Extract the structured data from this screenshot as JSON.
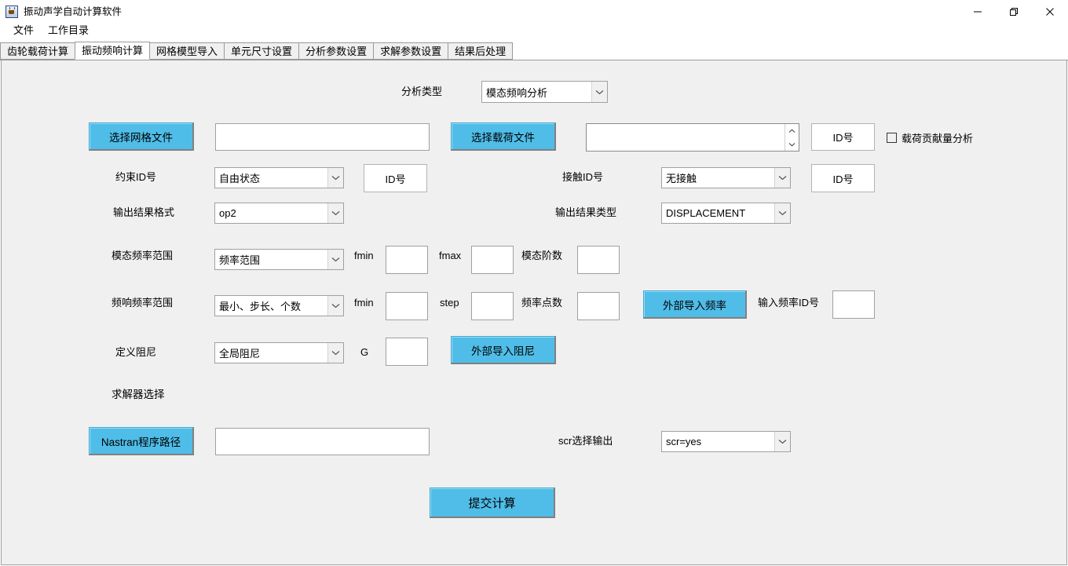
{
  "window": {
    "title": "振动声学自动计算软件",
    "icon": "java-app-icon",
    "controls": {
      "minimize": "minimize-icon",
      "maximize": "maximize-icon",
      "close": "close-icon"
    }
  },
  "menubar": {
    "items": [
      {
        "label": "文件"
      },
      {
        "label": "工作目录"
      }
    ]
  },
  "tabs": [
    {
      "label": "齿轮载荷计算",
      "active": false
    },
    {
      "label": "振动频响计算",
      "active": true
    },
    {
      "label": "网格模型导入",
      "active": false
    },
    {
      "label": "单元尺寸设置",
      "active": false
    },
    {
      "label": "分析参数设置",
      "active": false
    },
    {
      "label": "求解参数设置",
      "active": false
    },
    {
      "label": "结果后处理",
      "active": false
    }
  ],
  "form": {
    "analysis_type": {
      "label": "分析类型",
      "value": "模态频响分析"
    },
    "mesh_file": {
      "button": "选择网格文件",
      "path": "",
      "placeholder": ""
    },
    "load_file": {
      "button": "选择载荷文件",
      "path": "",
      "placeholder": "",
      "id_button": "ID号",
      "contribution_checkbox": {
        "label": "载荷贡献量分析",
        "checked": false
      }
    },
    "constraint_id": {
      "label": "约束ID号",
      "value": "自由状态",
      "id_button": "ID号"
    },
    "contact_id": {
      "label": "接触ID号",
      "value": "无接触",
      "id_button": "ID号"
    },
    "output_format": {
      "label": "输出结果格式",
      "value": "op2"
    },
    "output_type": {
      "label": "输出结果类型",
      "value": "DISPLACEMENT"
    },
    "modal_freq_range": {
      "label": "模态频率范围",
      "value": "频率范围",
      "fmin_label": "fmin",
      "fmin_value": "",
      "fmax_label": "fmax",
      "fmax_value": "",
      "order_label": "模态阶数",
      "order_value": ""
    },
    "response_freq_range": {
      "label": "频响频率范围",
      "value": "最小、步长、个数",
      "fmin_label": "fmin",
      "fmin_value": "",
      "step_label": "step",
      "step_value": "",
      "points_label": "频率点数",
      "points_value": "",
      "import_button": "外部导入频率",
      "input_id_label": "输入频率ID号",
      "input_id_value": ""
    },
    "damping": {
      "label": "定义阻尼",
      "value": "全局阻尼",
      "g_label": "G",
      "g_value": "",
      "import_button": "外部导入阻尼"
    },
    "solver": {
      "section_label": "求解器选择",
      "nastran_button": "Nastran程序路径",
      "nastran_path": "",
      "scr_label": "scr选择输出",
      "scr_value": "scr=yes"
    },
    "submit_button": "提交计算"
  },
  "colors": {
    "accent_blue": "#4FBDE8",
    "panel_bg": "#f0f0f0",
    "field_border": "#a0a0a0"
  }
}
